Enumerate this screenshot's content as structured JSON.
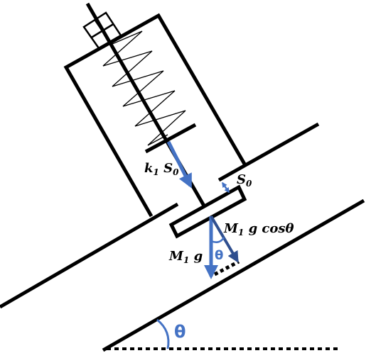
{
  "colors": {
    "line": "#000000",
    "arrow": "#4472c4",
    "arrow_dark": "#2f4f8f",
    "background": "#ffffff"
  },
  "labels": {
    "spring_force": {
      "base": "k",
      "sub1": "1",
      "mid": " S",
      "sub2": "0"
    },
    "gap": {
      "base": "S",
      "sub": "0"
    },
    "normal_component": {
      "base": "M",
      "sub": "1",
      "rest": " g cosθ"
    },
    "weight": {
      "base": "M",
      "sub": "1",
      "rest": " g"
    },
    "inner_angle": "θ",
    "incline_angle": "θ"
  }
}
